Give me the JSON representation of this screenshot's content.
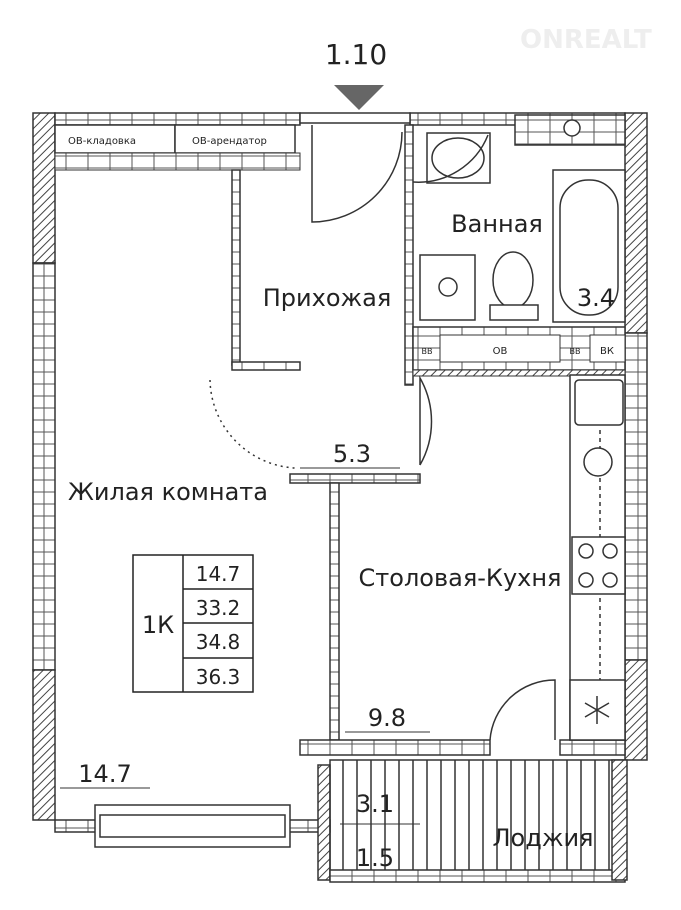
{
  "watermark": {
    "brand": "ONREALT"
  },
  "entrance": {
    "label": "1.10"
  },
  "rooms": {
    "bathroom": {
      "name": "Ванная",
      "area": "3.4"
    },
    "hallway": {
      "name": "Прихожая",
      "area": "5.3"
    },
    "living": {
      "name": "Жилая комната",
      "area": "14.7"
    },
    "kitchen": {
      "name": "Столовая-Кухня",
      "area": "9.8"
    },
    "loggia": {
      "name": "Лоджия",
      "area": "3.1",
      "area_reduced": "1.5"
    }
  },
  "ducts": {
    "storage": "ОВ-кладовка",
    "tenant": "ОВ-арендатор",
    "ov": "ОВ",
    "vk": "ВК",
    "vv1": "ВВ",
    "vv2": "ВВ"
  },
  "summary": {
    "type": "1К",
    "values": [
      "14.7",
      "33.2",
      "34.8",
      "36.3"
    ]
  }
}
